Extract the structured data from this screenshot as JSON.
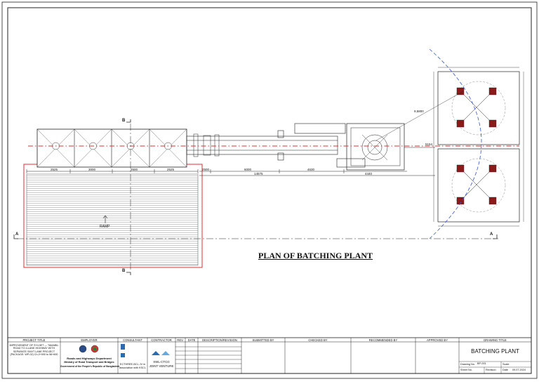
{
  "drawing": {
    "plan_title": "PLAN OF BATCHING PLANT",
    "ramp_label": "RAMP",
    "section_a": "A",
    "section_b": "B",
    "dims_top": [
      "2525",
      "3000",
      "2500",
      "2525"
    ],
    "dims_mid": [
      "2500",
      "6000",
      "4630"
    ],
    "dim_total": "14575",
    "dim_right": "4440",
    "dim_line": "5154",
    "dim_diag": "9,5800"
  },
  "title_block": {
    "headers": {
      "project_title": "PROJECT TITLE",
      "employer": "EMPLOYER",
      "consultant": "CONSULTANT",
      "contractor": "CONTRACTOR",
      "rev": "REV.",
      "date": "DATE",
      "description": "DESCRIPTION/REVISION",
      "submitted_by": "SUBMITTED BY",
      "checked_by": "CHECKED BY",
      "recommended_by": "RECOMMENDED BY",
      "approved_by": "APPROVED BY",
      "drawing_title": "DRAWING TITLE"
    },
    "project": "IMPROVEMENT OF SYLHET — TAMABIL ROAD TO 4-LANE HIGHWAY WITH SEPARATE SMVT LANE PROJECT (PACKAGE: WP-02) Ch.2+500 to 56+600",
    "employer_line1": "Roads and Highways Department",
    "employer_line2": "Ministry of Road Transport and Bridges",
    "employer_line3": "Government of the People's Republic of Bangladesh",
    "consultant_text": "ECTHREE-BCL JV in association with KSCL",
    "contractor_line1": "XWL-CTCG",
    "contractor_line2": "JOINT VENTURE",
    "drawing_title_value": "BATCHING PLANT",
    "drawing_no_label": "Drawing No.",
    "drawing_no_value": "BP-001",
    "scale_label": "Scale",
    "sheet_no_label": "Sheet No.",
    "revision_label": "Revision",
    "date_label": "Date",
    "date_value": "09.07.2024"
  }
}
